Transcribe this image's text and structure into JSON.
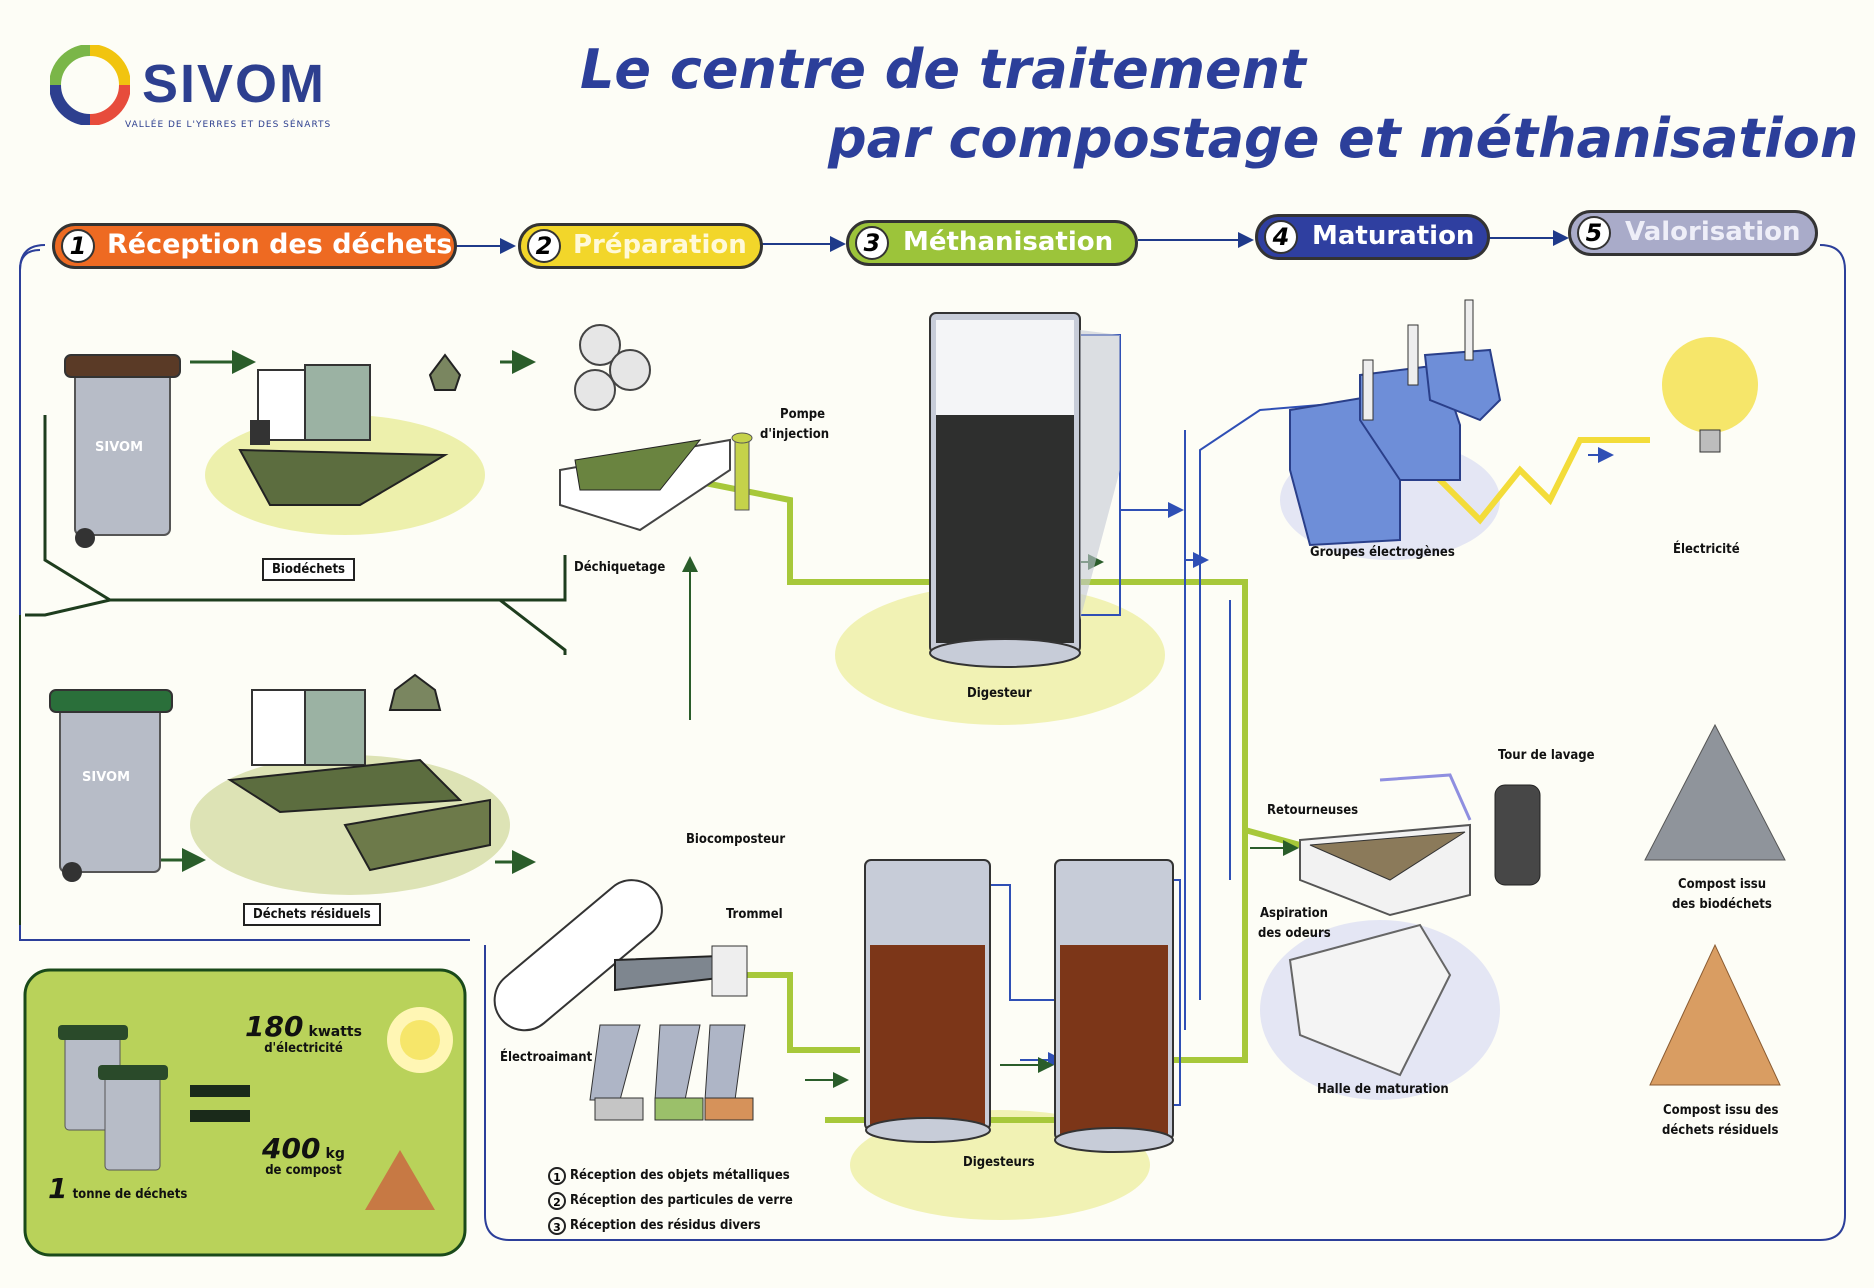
{
  "logo": {
    "name": "SIVOM",
    "subtitle": "VALLÉE DE L'YERRES ET DES SÉNARTS"
  },
  "title": {
    "line1": "Le centre de traitement",
    "line2": "par compostage et méthanisation"
  },
  "steps": [
    {
      "num": "1",
      "label": "Réception des déchets",
      "color": "#ee6a22"
    },
    {
      "num": "2",
      "label": "Préparation",
      "color": "#f2d62a"
    },
    {
      "num": "3",
      "label": "Méthanisation",
      "color": "#9cc43a"
    },
    {
      "num": "4",
      "label": "Maturation",
      "color": "#2f3fa0"
    },
    {
      "num": "5",
      "label": "Valorisation",
      "color": "#a9abc9"
    }
  ],
  "labels": {
    "biodechets": "Biodéchets",
    "dechets_residuels": "Déchets résiduels",
    "dechiquetage": "Déchiquetage",
    "pompe_line1": "Pompe",
    "pompe_line2": "d'injection",
    "digesteur": "Digesteur",
    "digesteurs": "Digesteurs",
    "biocomposteur": "Biocomposteur",
    "trommel": "Trommel",
    "electroaimant": "Électroaimant",
    "groupes": "Groupes électrogènes",
    "electricite": "Électricité",
    "tour": "Tour de lavage",
    "retourneuses": "Retourneuses",
    "aspiration_line1": "Aspiration",
    "aspiration_line2": "des odeurs",
    "halle": "Halle de maturation",
    "compost_bio_line1": "Compost issu",
    "compost_bio_line2": "des biodéchets",
    "compost_res_line1": "Compost issu des",
    "compost_res_line2": "déchets résiduels",
    "bin_brand": "SIVOM"
  },
  "legend": [
    {
      "num": "1",
      "text": "Réception des objets métalliques"
    },
    {
      "num": "2",
      "text": "Réception des particules de verre"
    },
    {
      "num": "3",
      "text": "Réception des résidus divers"
    }
  ],
  "summary": {
    "elec_value": "180",
    "elec_unit": "kwatts",
    "elec_text": "d'électricité",
    "compost_value": "400",
    "compost_unit": "kg",
    "compost_text": "de compost",
    "tonne_value": "1",
    "tonne_text": "tonne de déchets"
  },
  "colors": {
    "accent": "#2c3f9a",
    "flow_green": "#9cc43a",
    "flow_blue": "#2f4fb5",
    "summary_bg": "#b9d25a"
  }
}
